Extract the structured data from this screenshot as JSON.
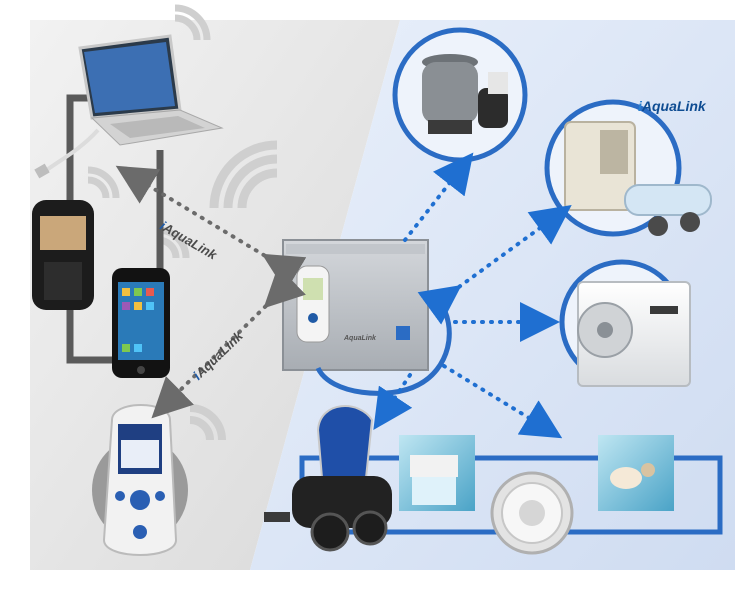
{
  "labels": {
    "link_label_upper": "AquaLink",
    "link_label_lower": "AquaLink",
    "link_prefix": "i",
    "brand": "AquaLink",
    "brand_prefix": "i",
    "device_label": "AquaLink"
  },
  "colors": {
    "accent_blue": "#2b6cc4",
    "arrow_blue": "#1f6fd1",
    "arrow_gray": "#6b6b6b",
    "panel_gray": "#e2e2e2",
    "panel_blue": "#dbe6f5"
  }
}
